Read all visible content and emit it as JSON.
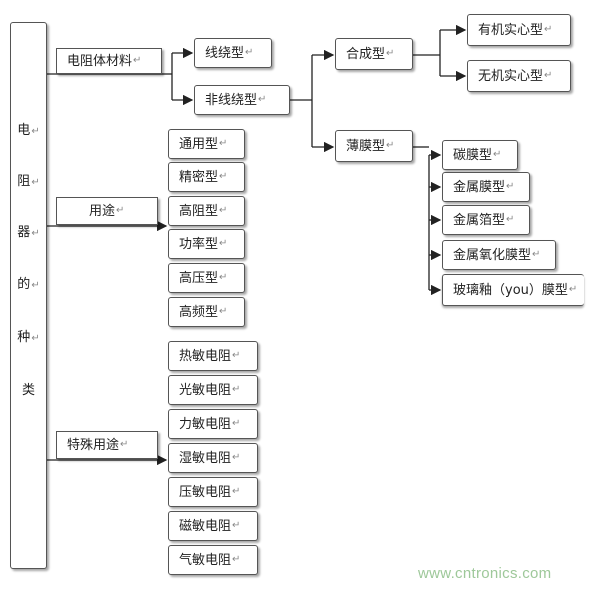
{
  "root": {
    "chars": [
      "电",
      "阻",
      "器",
      "的",
      "种",
      "类"
    ]
  },
  "categories": {
    "material": "电阻体材料",
    "usage": "用途",
    "special": "特殊用途"
  },
  "winding": {
    "wire": "线绕型",
    "nonwire": "非线绕型"
  },
  "nonwire": {
    "synthetic": "合成型",
    "film": "薄膜型"
  },
  "synthetic": {
    "organic": "有机实心型",
    "inorganic": "无机实心型"
  },
  "film": [
    "碳膜型",
    "金属膜型",
    "金属箔型",
    "金属氧化膜型",
    "玻璃釉（you）膜型"
  ],
  "usage_items": [
    "通用型",
    "精密型",
    "高阻型",
    "功率型",
    "高压型",
    "高频型"
  ],
  "special_items": [
    "热敏电阻",
    "光敏电阻",
    "力敏电阻",
    "湿敏电阻",
    "压敏电阻",
    "磁敏电阻",
    "气敏电阻"
  ],
  "mark": "↵",
  "watermark": "www.cntronics.com"
}
